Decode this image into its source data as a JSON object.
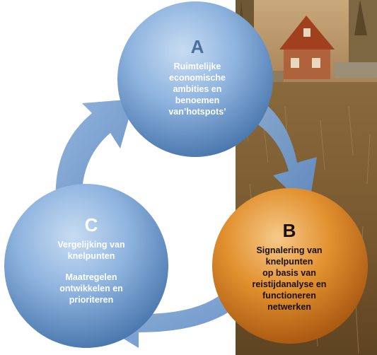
{
  "colors": {
    "blue_circle": "#8ab0dc",
    "blue_arrow": "#7aa3d3",
    "orange_circle": "#d6801e",
    "letter_a": "#4c6fa0",
    "text_white": "#ffffff",
    "text_dark": "#1a0f00"
  },
  "circles": {
    "a": {
      "letter": "A",
      "lines": [
        "Ruimtelijke",
        "economische",
        "ambities en",
        "benoemen",
        "van’hotspots’"
      ]
    },
    "b": {
      "letter": "B",
      "lines": [
        "Signalering van",
        "knelpunten",
        "op basis van",
        "reistijdanalyse en",
        "functioneren",
        "netwerken"
      ]
    },
    "c": {
      "letter": "C",
      "lines_group1": [
        "Vergelijking van",
        "knelpunten"
      ],
      "lines_group2": [
        "Maatregelen",
        "ontwikkelen en",
        "prioriteren"
      ]
    }
  },
  "background": {
    "photo_icon": "landscape-photo"
  }
}
